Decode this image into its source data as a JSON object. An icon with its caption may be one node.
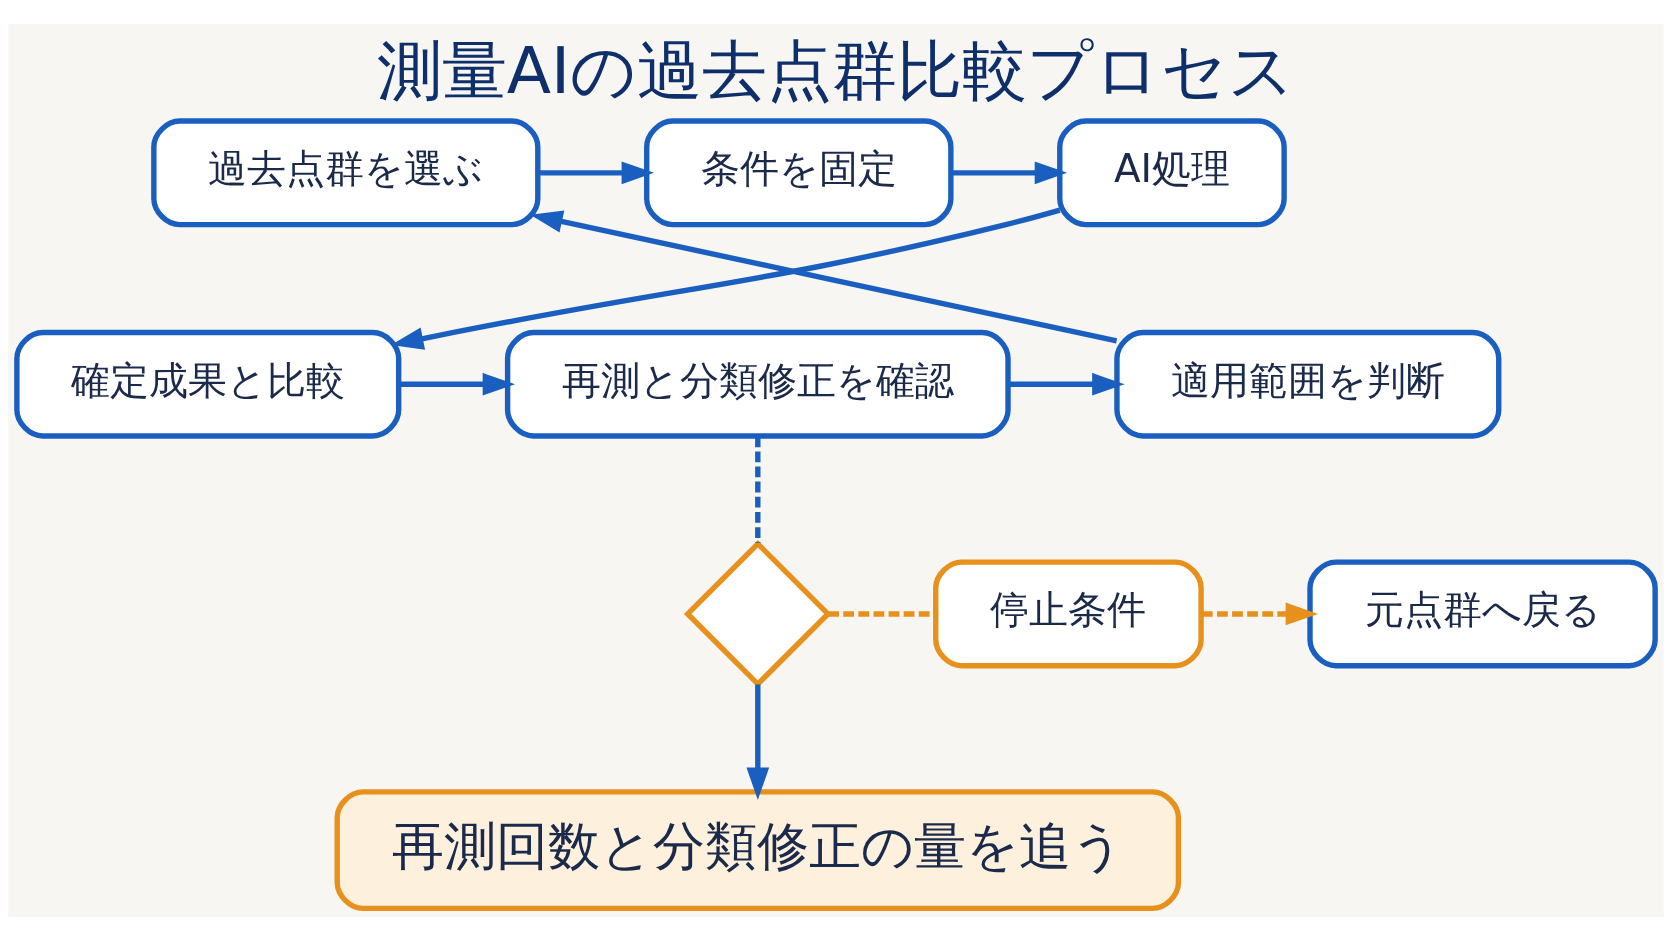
{
  "diagram": {
    "title": "測量AIの過去点群比較プロセス",
    "nodes": [
      {
        "text": [
          "過去点群を選ぶ"
        ]
      },
      {
        "text": [
          "条件を固定"
        ]
      },
      {
        "text": [
          "AI処理"
        ]
      },
      {
        "text": [
          "確定成果と比較"
        ]
      },
      {
        "text": [
          "再測と分類修正を確認"
        ]
      },
      {
        "text": [
          "適用範囲を判断"
        ]
      },
      {
        "text": [],
        "shape": "diamond"
      },
      {
        "text": [
          "停止条件"
        ]
      },
      {
        "text": [
          "元点群へ戻る"
        ]
      },
      {
        "text": [
          "再測回数と分類修正の量を追う"
        ]
      }
    ],
    "edges": [
      {
        "from": 0,
        "to": 1,
        "arrow": "to"
      },
      {
        "from": 1,
        "to": 2,
        "arrow": "to"
      },
      {
        "from": 2,
        "to": 3,
        "arrow": "to"
      },
      {
        "from": 3,
        "to": 4,
        "arrow": "to"
      },
      {
        "from": 4,
        "to": 5,
        "arrow": "to"
      },
      {
        "from": 5,
        "to": 0,
        "arrow": "to"
      },
      {
        "from": 4,
        "to": 6,
        "arrow": "none",
        "style": "dashed"
      },
      {
        "from": 6,
        "to": 7,
        "arrow": "none",
        "style": "dashed",
        "color": "#e8901c"
      },
      {
        "from": 7,
        "to": 8,
        "arrow": "to",
        "style": "dashed",
        "color": "#e8901c"
      },
      {
        "from": 6,
        "to": 9,
        "arrow": "to"
      }
    ]
  }
}
